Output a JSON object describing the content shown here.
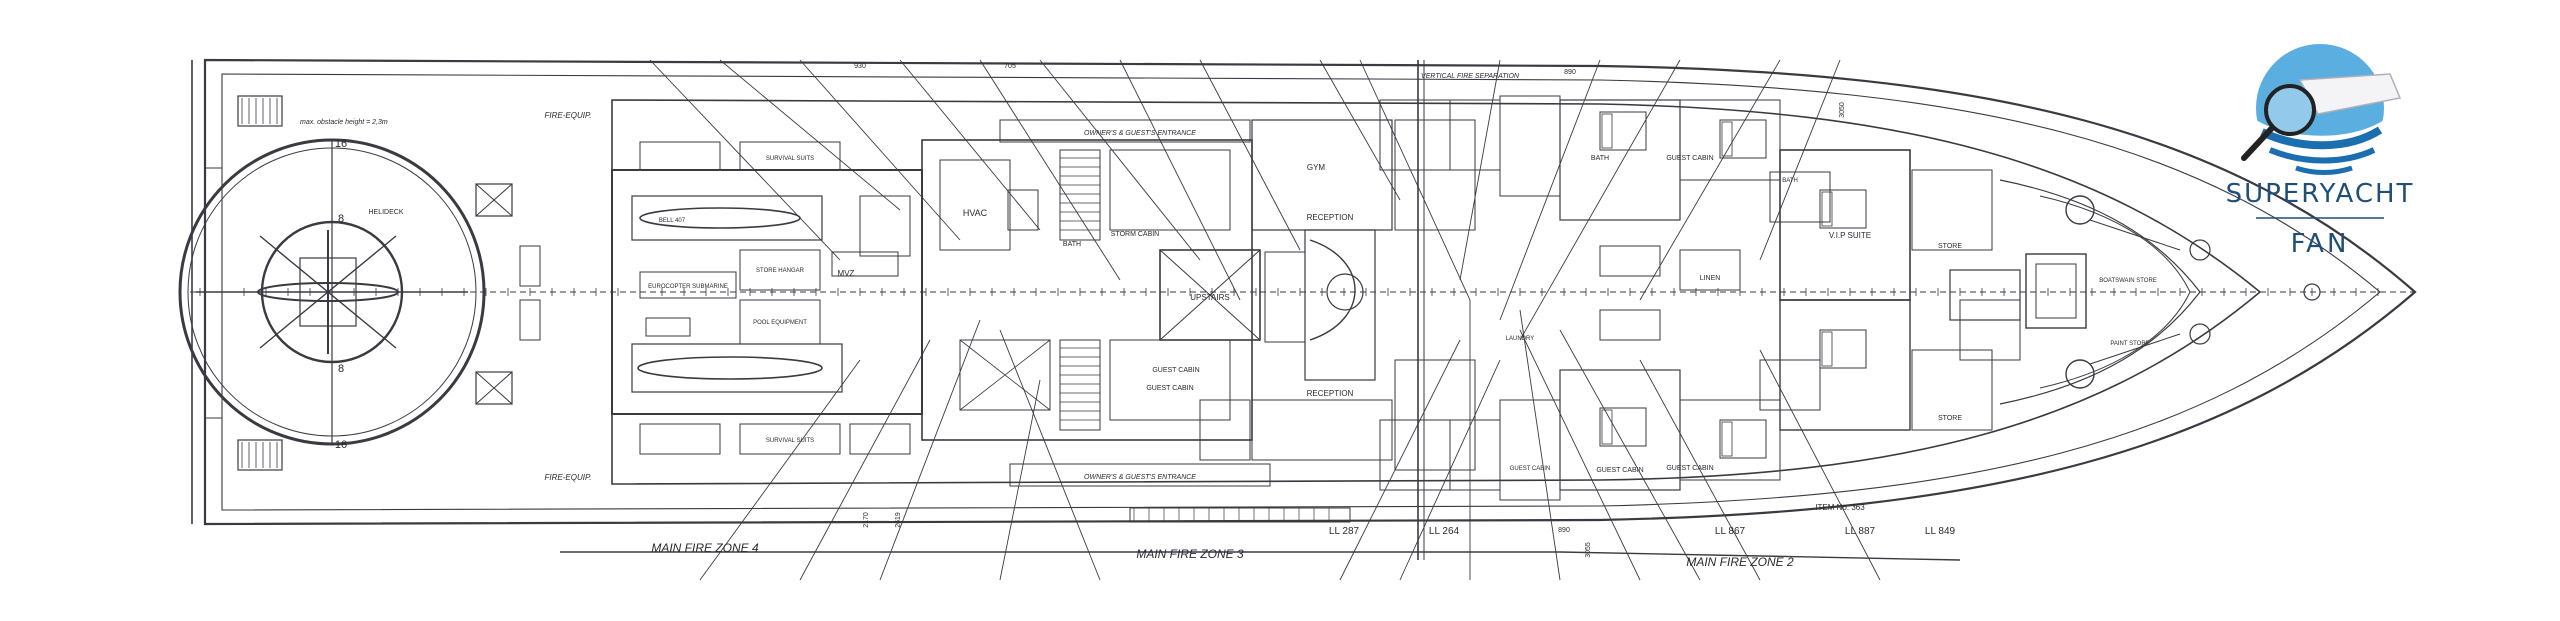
{
  "logo": {
    "line1": "SUPERYACHT",
    "line2": "FAN",
    "colors": {
      "sky": "#5aaee0",
      "wave": "#1b6fb0",
      "text": "#1f4f78"
    }
  },
  "deck": {
    "helideck_note": "max. obstacle height = 2,3m",
    "helideck_label": "HELIDECK",
    "helideck_marks": [
      "16",
      "8",
      "8",
      "16"
    ],
    "rooms": {
      "bell_407": "BELL 407",
      "ec": "EUROCOPTER SUBMARINE",
      "store_hangar": "STORE HANGAR",
      "pool_equip": "POOL EQUIPMENT",
      "hvac": "HVAC",
      "mvz": "MVZ",
      "survival_suits": "SURVIVAL SUITS",
      "stateroom": "STORM CABIN",
      "gym": "GYM",
      "lifts": "UPSTAIRS",
      "reception_top": "RECEPTION",
      "reception_bottom": "RECEPTION",
      "guest_cabin": "GUEST CABIN",
      "bath": "BATH",
      "vip_suite": "V.I.P SUITE",
      "store": "STORE",
      "bosun_store": "BOATSWAIN STORE",
      "paint_store": "PAINT STORE",
      "laundry": "LAUNDRY",
      "linen": "LINEN"
    },
    "fire_equip_top": "FIRE-EQUIP.",
    "fire_equip_bottom": "FIRE-EQUIP.",
    "entrance_top": "OWNER'S & GUEST'S ENTRANCE",
    "entrance_bottom": "OWNER'S & GUEST'S ENTRANCE",
    "fire_separation": "VERTICAL FIRE SEPARATION",
    "dimensions": [
      "930",
      "705",
      "890",
      "3050",
      "2170",
      "2619",
      "3055",
      "890"
    ],
    "level_marks": [
      "LL 287",
      "LL 264",
      "LL 867",
      "LL 887",
      "LL 849"
    ],
    "item_mark": "ITEM No. 363",
    "zones": [
      "MAIN FIRE ZONE 4",
      "MAIN FIRE ZONE 3",
      "MAIN FIRE ZONE 2"
    ]
  }
}
